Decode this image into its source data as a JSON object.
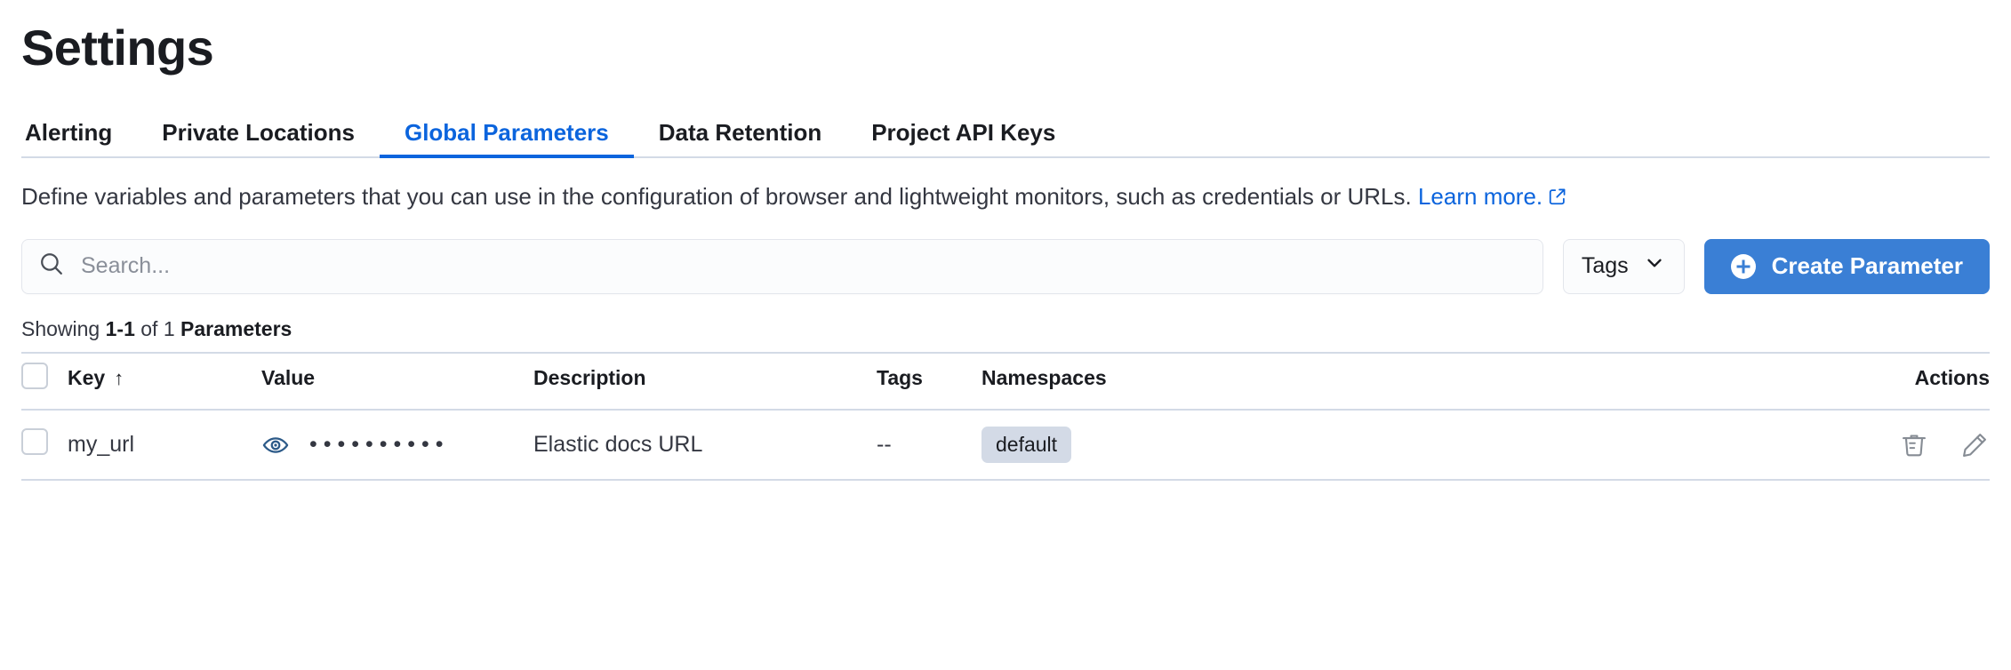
{
  "header": {
    "title": "Settings"
  },
  "tabs": [
    {
      "label": "Alerting",
      "active": false
    },
    {
      "label": "Private Locations",
      "active": false
    },
    {
      "label": "Global Parameters",
      "active": true
    },
    {
      "label": "Data Retention",
      "active": false
    },
    {
      "label": "Project API Keys",
      "active": false
    }
  ],
  "description": {
    "text": "Define variables and parameters that you can use in the configuration of browser and lightweight monitors, such as credentials or URLs.",
    "link_text": "Learn more.",
    "link_icon": "external-link-icon"
  },
  "controls": {
    "search": {
      "placeholder": "Search...",
      "value": "",
      "icon": "search-icon"
    },
    "tags_filter": {
      "label": "Tags",
      "icon": "chevron-down-icon"
    },
    "create_button": {
      "label": "Create Parameter",
      "icon": "plus-circle-icon"
    }
  },
  "summary": {
    "prefix": "Showing ",
    "range": "1-1",
    "middle": " of 1 ",
    "entity": "Parameters"
  },
  "table": {
    "select_all_checkbox": "unchecked",
    "columns": [
      {
        "key": "key",
        "label": "Key",
        "sorted": true,
        "sort_icon": "↑"
      },
      {
        "key": "value",
        "label": "Value"
      },
      {
        "key": "description",
        "label": "Description"
      },
      {
        "key": "tags",
        "label": "Tags"
      },
      {
        "key": "namespaces",
        "label": "Namespaces"
      },
      {
        "key": "actions",
        "label": "Actions"
      }
    ],
    "rows": [
      {
        "checkbox": "unchecked",
        "key": "my_url",
        "value_icon": "eye-icon",
        "value_masked": "••••••••••",
        "description": "Elastic docs URL",
        "tags": "--",
        "namespaces": [
          "default"
        ],
        "actions": [
          "trash-icon",
          "pencil-icon"
        ]
      }
    ]
  },
  "colors": {
    "accent": "#0b64dd",
    "primary_button": "#3a7fd5",
    "badge_bg": "#d3dae6",
    "border": "#d3dae6",
    "text": "#1a1c21",
    "muted_text": "#8a8f99",
    "eye_icon": "#2c5a88",
    "action_icon": "#868c94"
  }
}
